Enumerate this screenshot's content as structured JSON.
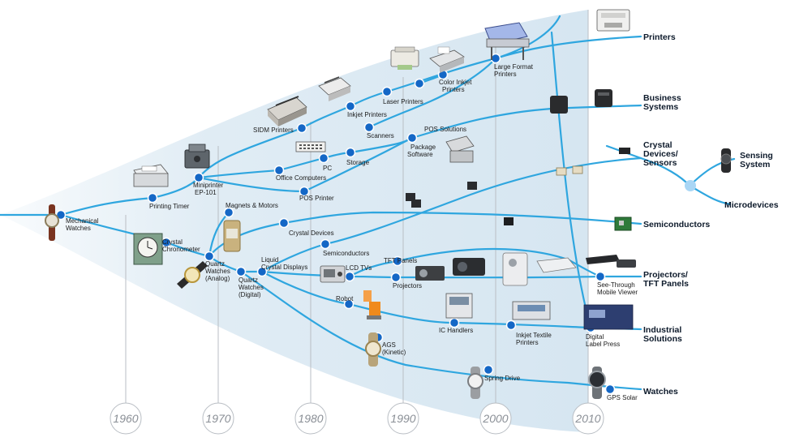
{
  "timeline": {
    "decades": [
      "1960",
      "1970",
      "1980",
      "1990",
      "2000",
      "2010"
    ]
  },
  "categories": {
    "printers": "Printers",
    "business_1": "Business",
    "business_2": "Systems",
    "crystal_1": "Crystal",
    "crystal_2": "Devices/",
    "crystal_3": "Sensors",
    "sensing_1": "Sensing",
    "sensing_2": "System",
    "microdevices": "Microdevices",
    "semiconductors": "Semiconductors",
    "projectors_1": "Projectors/",
    "projectors_2": "TFT Panels",
    "industrial_1": "Industrial",
    "industrial_2": "Solutions",
    "watches": "Watches"
  },
  "milestones": {
    "mechanical_watches_1": "Mechanical",
    "mechanical_watches_2": "Watches",
    "printing_timer": "Printing Timer",
    "crystal_chronometer_1": "Crystal",
    "crystal_chronometer_2": "Chronometer",
    "miniprinter_1": "Miniprinter",
    "miniprinter_2": "EP-101",
    "magnets_motors": "Magnets & Motors",
    "quartz_analog_1": "Quartz",
    "quartz_analog_2": "Watches",
    "quartz_analog_3": "(Analog)",
    "quartz_digital_1": "Quartz",
    "quartz_digital_2": "Watches",
    "quartz_digital_3": "(Digital)",
    "lcd_1": "Liquid",
    "lcd_2": "Crystal Displays",
    "sidm_printers": "SIDM Printers",
    "office_computers": "Office Computers",
    "pc": "PC",
    "pos_printer": "POS Printer",
    "storage": "Storage",
    "crystal_devices": "Crystal Devices",
    "semiconductors": "Semiconductors",
    "lcd_tvs": "LCD TVs",
    "robot": "Robot",
    "ags_1": "AGS",
    "ags_2": "(Kinetic)",
    "inkjet_printers": "Inkjet Printers",
    "laser_printers": "Laser Printers",
    "scanners": "Scanners",
    "package_software_1": "Package",
    "package_software_2": "Software",
    "pos_solutions": "POS Solutions",
    "tft_panels": "TFT Panels",
    "projectors": "Projectors",
    "color_inkjet_1": "Color Inkjet",
    "color_inkjet_2": "Printers",
    "large_format_1": "Large Format",
    "large_format_2": "Printers",
    "ic_handlers": "IC Handlers",
    "inkjet_textile_1": "Inkjet Textile",
    "inkjet_textile_2": "Printers",
    "spring_drive": "Spring Drive",
    "see_through_1": "See-Through",
    "see_through_2": "Mobile Viewer",
    "digital_label_1": "Digital",
    "digital_label_2": "Label Press",
    "gps_solar": "GPS Solar"
  },
  "colors": {
    "line": "#2fa6df",
    "node": "#1467c6",
    "hub": "#a9d6f5",
    "fan": "#d6e6f1",
    "decade_line": "#b9bec4"
  },
  "icons": [
    "mechanical-watch-icon",
    "printing-timer-icon",
    "crystal-chronometer-icon",
    "quartz-analog-watch-icon",
    "miniprinter-icon",
    "digital-watch-icon",
    "sidm-printer-icon",
    "inkjet-printer-icon",
    "pc-icon",
    "laser-printer-icon",
    "color-inkjet-printer-icon",
    "large-format-printer-icon",
    "pos-terminal-icon",
    "lcd-tv-icon",
    "robot-icon",
    "semiconductor-chip-icon",
    "projector-icon",
    "ic-handler-icon",
    "textile-printer-icon",
    "label-press-icon",
    "mobile-viewer-icon",
    "kinetic-watch-icon",
    "spring-drive-watch-icon",
    "gps-solar-watch-icon",
    "printer-2010-icon",
    "business-terminal-icon",
    "crystal-device-icon",
    "semiconductor-board-icon",
    "sensing-system-icon"
  ]
}
